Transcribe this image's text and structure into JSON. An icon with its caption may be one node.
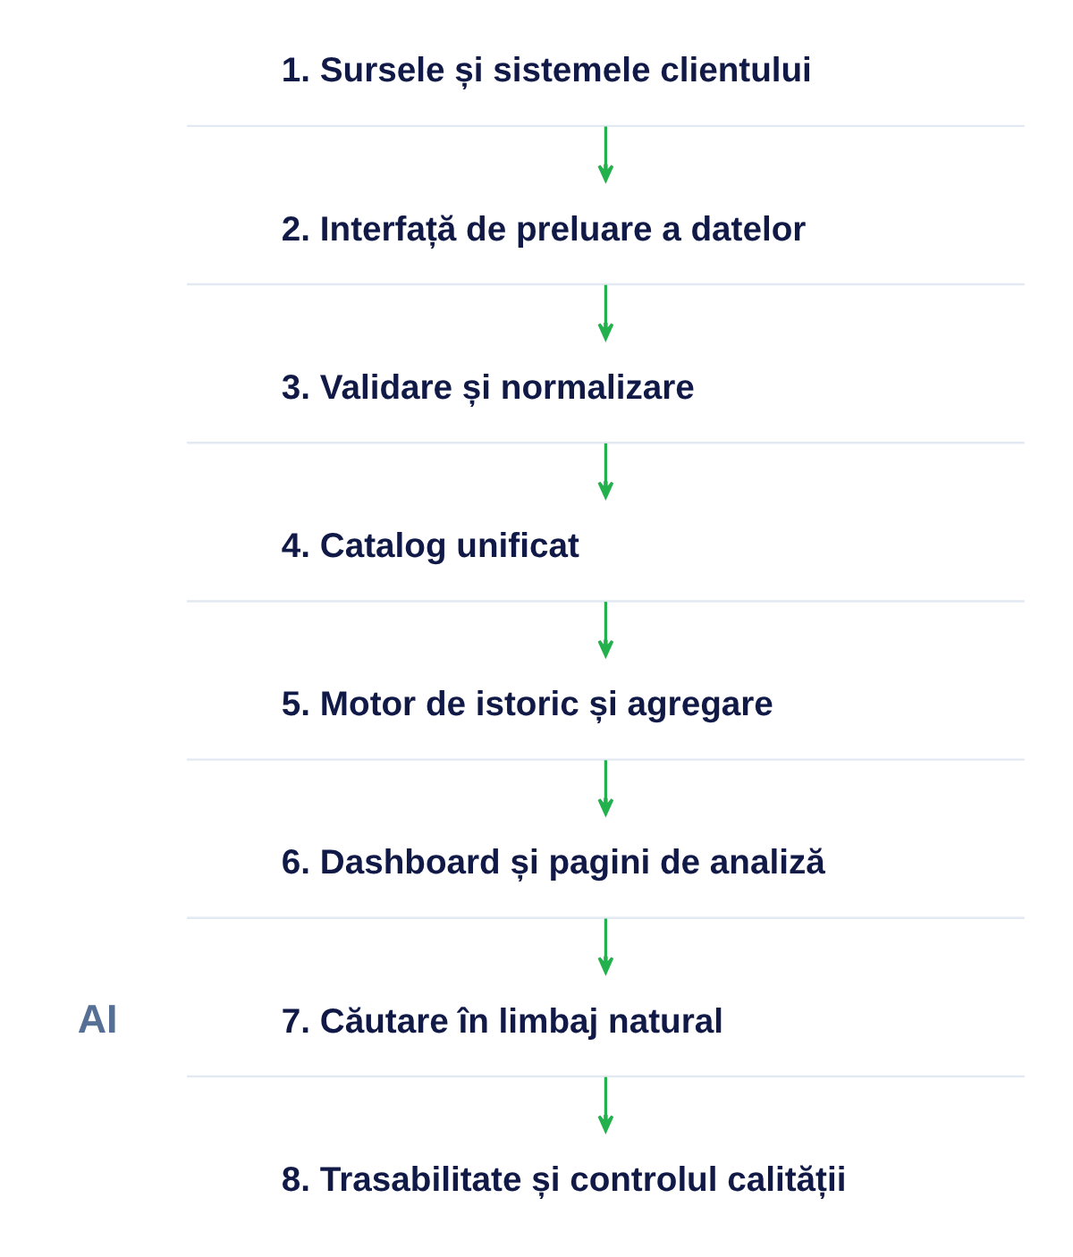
{
  "diagram": {
    "nodes": [
      {
        "text": [
          "1. Sursele și sistemele clientului"
        ]
      },
      {
        "text": [
          "2. Interfață de preluare a datelor"
        ]
      },
      {
        "text": [
          "3. Validare și normalizare"
        ]
      },
      {
        "text": [
          "4. Catalog unificat"
        ]
      },
      {
        "text": [
          "5. Motor de istoric și agregare"
        ]
      },
      {
        "text": [
          "6. Dashboard și pagini de analiză"
        ]
      },
      {
        "text": [
          "7. Căutare în limbaj natural"
        ]
      },
      {
        "text": [
          "8. Trasabilitate și controlul calității"
        ]
      }
    ],
    "edges": [
      {
        "from": 0,
        "to": 1,
        "arrow": "to"
      },
      {
        "from": 1,
        "to": 2,
        "arrow": "to"
      },
      {
        "from": 2,
        "to": 3,
        "arrow": "to"
      },
      {
        "from": 3,
        "to": 4,
        "arrow": "to"
      },
      {
        "from": 4,
        "to": 5,
        "arrow": "to"
      },
      {
        "from": 5,
        "to": 6,
        "arrow": "to"
      },
      {
        "from": 6,
        "to": 7,
        "arrow": "to"
      }
    ],
    "labels": [
      "AI"
    ]
  }
}
